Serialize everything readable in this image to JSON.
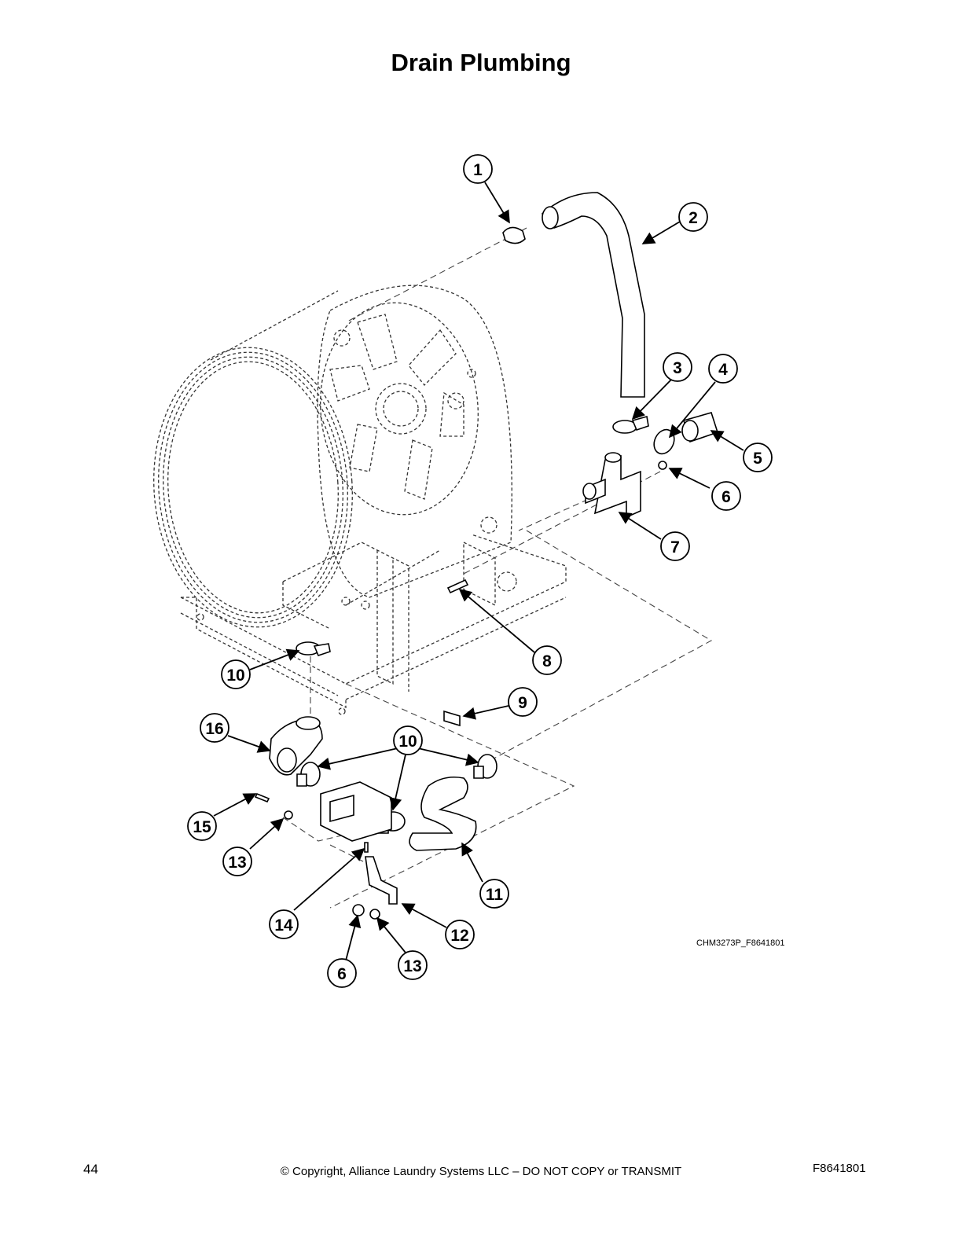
{
  "page": {
    "title": "Drain Plumbing",
    "figure_id": "CHM3273P_F8641801",
    "footer": {
      "page_number": "44",
      "copyright": "© Copyright, Alliance Laundry Systems LLC – DO NOT COPY or TRANSMIT",
      "doc_code": "F8641801"
    }
  },
  "callouts": [
    "1",
    "2",
    "3",
    "4",
    "5",
    "6",
    "7",
    "8",
    "9",
    "10",
    "10",
    "11",
    "12",
    "13",
    "13",
    "14",
    "15",
    "16",
    "6"
  ]
}
